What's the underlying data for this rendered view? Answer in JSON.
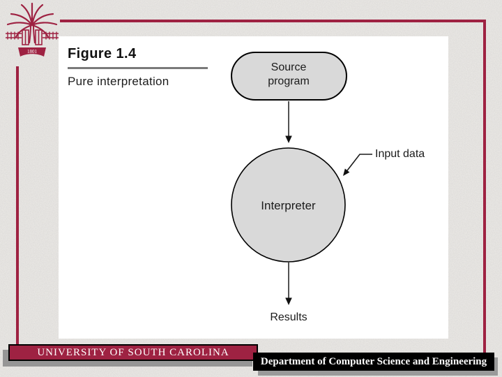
{
  "slide": {
    "figure": {
      "label": "Figure 1.4",
      "caption": "Pure interpretation"
    },
    "diagram": {
      "source_program": "Source program",
      "interpreter": "Interpreter",
      "input_data": "Input data",
      "results": "Results"
    },
    "logo": {
      "banner_year": "1801"
    },
    "footer": {
      "university": "UNIVERSITY OF SOUTH CAROLINA",
      "department": "Department of Computer Science and Engineering"
    },
    "colors": {
      "garnet": "#9E2242",
      "diagram_fill": "#D9D9D9",
      "bar_black": "#000000",
      "shadow_gray": "#969696",
      "background": "#ECEAE7"
    }
  }
}
